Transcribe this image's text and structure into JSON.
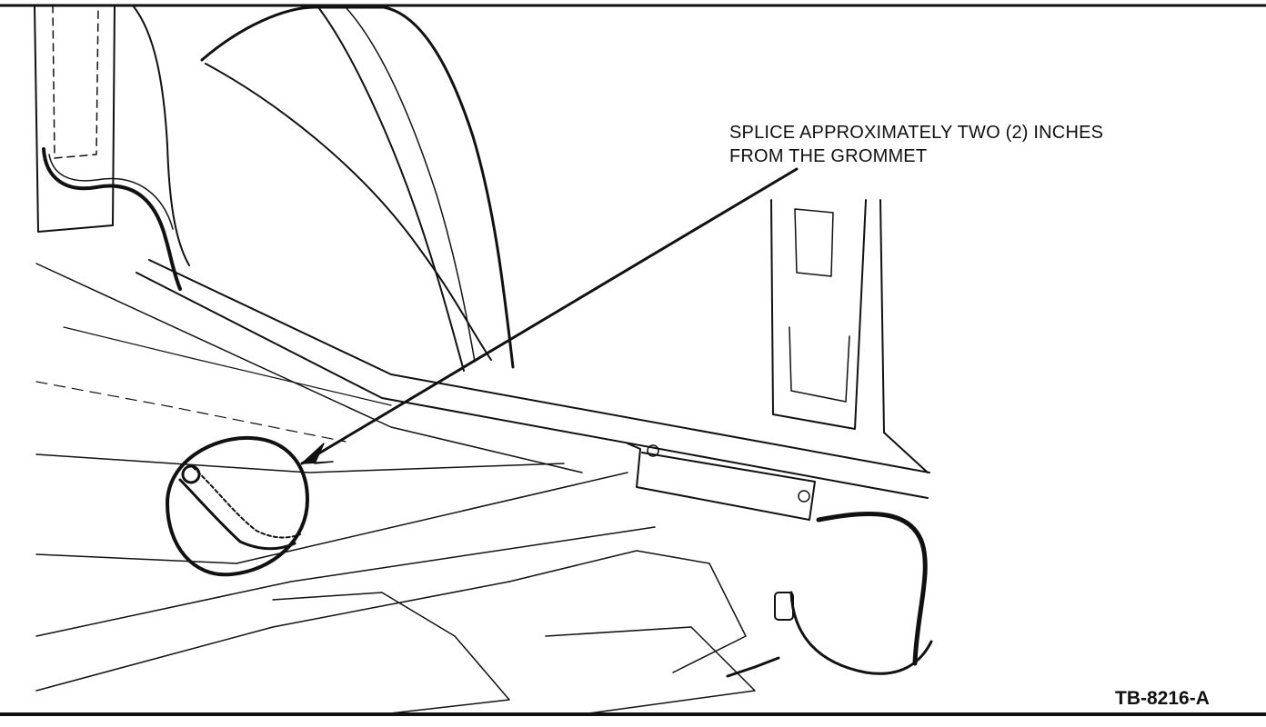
{
  "callout": {
    "line1": "SPLICE APPROXIMATELY TWO (2) INCHES",
    "line2": "FROM THE GROMMET"
  },
  "figure": {
    "id": "TB-8216-A"
  },
  "colors": {
    "ink": "#111111",
    "paper": "#ffffff"
  }
}
